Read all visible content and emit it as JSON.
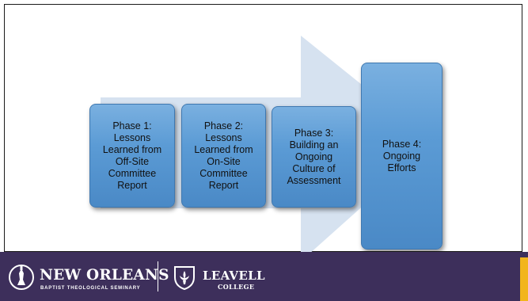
{
  "diagram": {
    "phases": [
      {
        "label": "Phase 1:\nLessons\nLearned from\nOff-Site\nCommittee\nReport"
      },
      {
        "label": "Phase 2:\nLessons\nLearned from\nOn-Site\nCommittee\nReport"
      },
      {
        "label": "Phase 3:\nBuilding an\nOngoing\nCulture of\nAssessment"
      },
      {
        "label": "Phase 4:\nOngoing\nEfforts"
      }
    ]
  },
  "footer": {
    "nobts_title": "NEW ORLEANS",
    "nobts_subtitle": "BAPTIST THEOLOGICAL SEMINARY",
    "leavell_title": "LEAVELL",
    "leavell_subtitle": "COLLEGE"
  },
  "colors": {
    "arrow": "#d6e2f0",
    "box": "#5b9bd5",
    "footer": "#3d2f5b",
    "accent": "#f2b51c"
  }
}
